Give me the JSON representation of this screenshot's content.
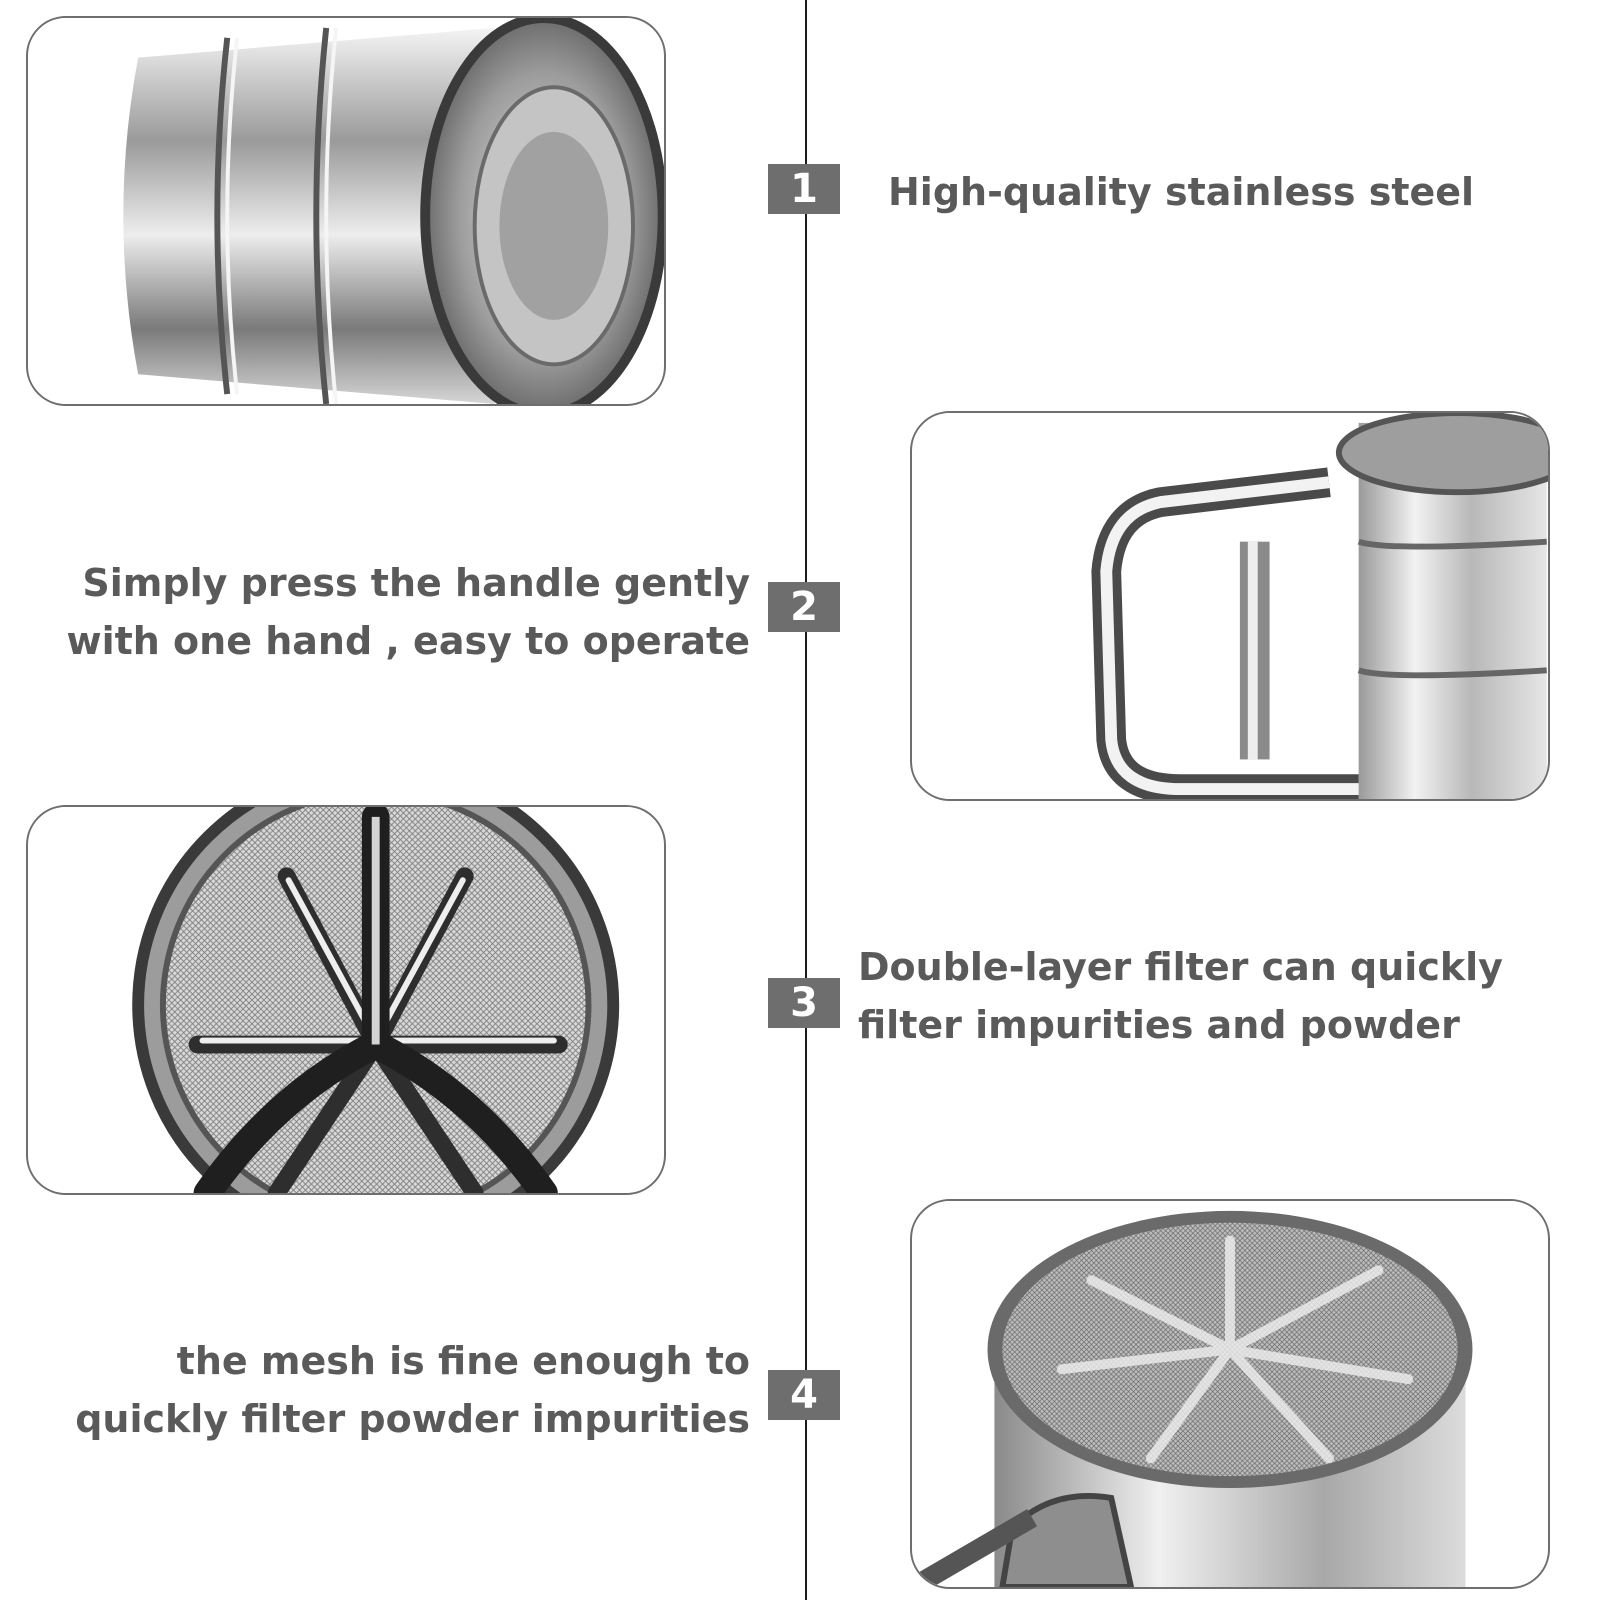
{
  "features": [
    {
      "number": "1",
      "lines": [
        "High-quality stainless steel"
      ],
      "photo": "sifter-barrel-side-photo"
    },
    {
      "number": "2",
      "lines": [
        "Simply press the handle gently",
        "with one hand , easy to operate"
      ],
      "photo": "sifter-handle-photo"
    },
    {
      "number": "3",
      "lines": [
        "Double-layer filter can quickly",
        "filter impurities and powder"
      ],
      "photo": "sifter-agitator-bottom-photo"
    },
    {
      "number": "4",
      "lines": [
        "the mesh is fine enough to",
        "quickly filter powder impurities"
      ],
      "photo": "sifter-mesh-top-photo"
    }
  ],
  "colors": {
    "badge_bg": "#6e6e6e",
    "text": "#5a5a5a",
    "divider": "#1a1a1a",
    "panel_border": "#6e6e6e"
  }
}
